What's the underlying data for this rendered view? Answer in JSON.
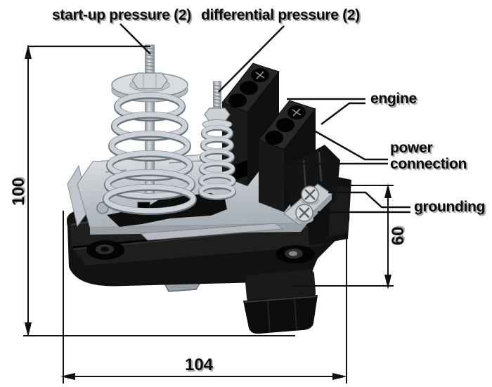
{
  "figure": {
    "background_color": "#ffffff",
    "annotation_color": "#101010",
    "text_color": "#0a0a0a",
    "labels": {
      "startup": "start-up pressure (2)",
      "differential": "differential pressure (2)",
      "engine": "engine",
      "power_line1": "power",
      "power_line2": "connection",
      "grounding": "grounding"
    },
    "dimensions": {
      "overall_height": "100",
      "overall_width": "104",
      "right_height": "60"
    },
    "device_colors": {
      "plastic_black": "#141414",
      "metal_gray": "#c9ced3",
      "spring_silver": "#ccd2d8"
    }
  }
}
